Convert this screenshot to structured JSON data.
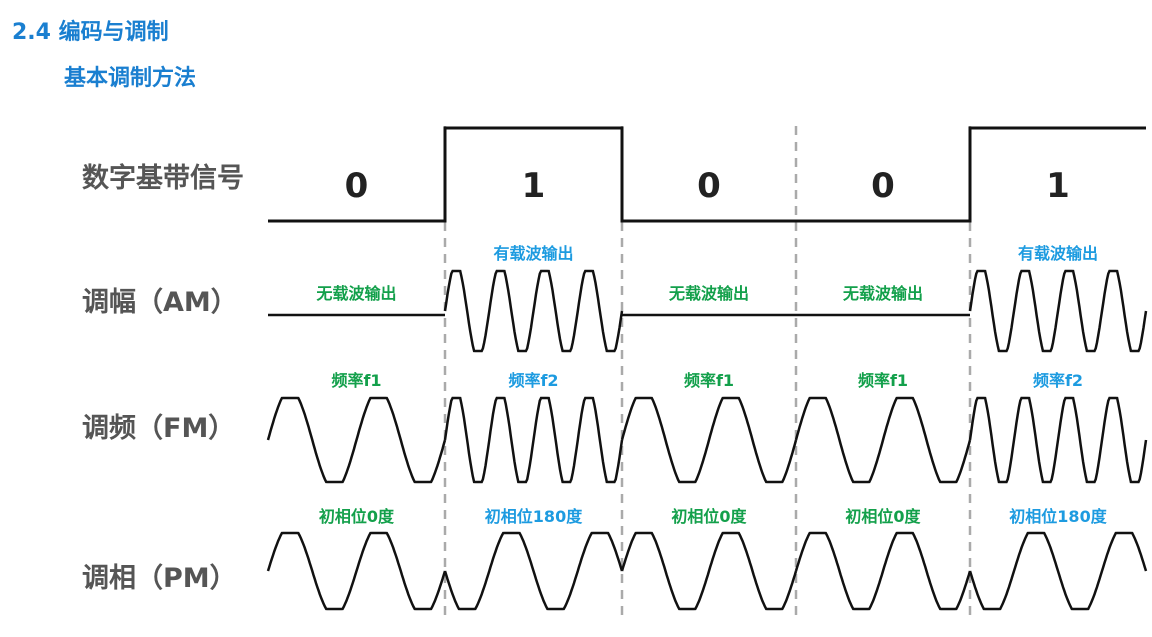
{
  "heading": {
    "section": "2.4 编码与调制",
    "subtitle": "基本调制方法"
  },
  "rows": {
    "digital": "数字基带信号",
    "am": "调幅（AM）",
    "fm": "调频（FM）",
    "pm": "调相（PM）"
  },
  "bits": [
    "0",
    "1",
    "0",
    "0",
    "1"
  ],
  "am_labels": [
    "无载波输出",
    "有载波输出",
    "无载波输出",
    "无载波输出",
    "有载波输出"
  ],
  "fm_labels": [
    "频率f1",
    "频率f2",
    "频率f1",
    "频率f1",
    "频率f2"
  ],
  "pm_labels": [
    "初相位0度",
    "初相位180度",
    "初相位0度",
    "初相位0度",
    "初相位180度"
  ],
  "colors": {
    "title": "#1a7fd0",
    "green_label": "#13a04b",
    "blue_label": "#1d9be0",
    "wave": "#111111",
    "divider": "#aaaaaa"
  }
}
